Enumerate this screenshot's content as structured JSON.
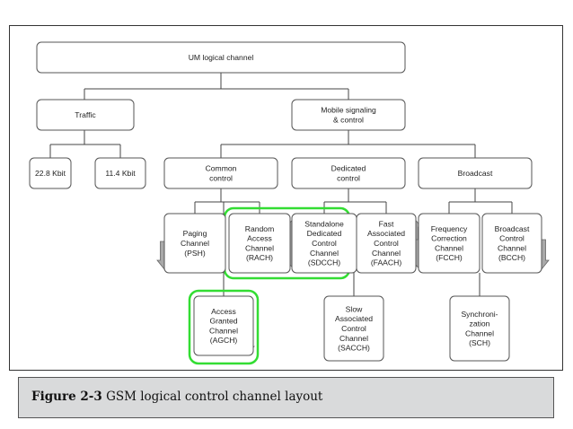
{
  "nodes": {
    "um": [
      "UM logical channel"
    ],
    "traffic": [
      "Traffic"
    ],
    "mobile_signaling": [
      "Mobile signaling",
      "& control"
    ],
    "kbit_22": [
      "22.8 Kbit"
    ],
    "kbit_11": [
      "11.4 Kbit"
    ],
    "common": [
      "Common",
      "control"
    ],
    "dedicated": [
      "Dedicated",
      "control"
    ],
    "broadcast": [
      "Broadcast"
    ],
    "pch": [
      "Paging",
      "Channel",
      "(PSH)"
    ],
    "rach": [
      "Random",
      "Access",
      "Channel",
      "(RACH)"
    ],
    "sdcch": [
      "Standalone",
      "Dedicated",
      "Control",
      "Channel",
      "(SDCCH)"
    ],
    "facch": [
      "Fast",
      "Associated",
      "Control",
      "Channel",
      "(FAACH)"
    ],
    "fcch": [
      "Frequency",
      "Correction",
      "Channel",
      "(FCCH)"
    ],
    "bcch": [
      "Broadcast",
      "Control",
      "Channel",
      "(BCCH)"
    ],
    "agch": [
      "Access",
      "Granted",
      "Channel",
      "(AGCH)"
    ],
    "sacch": [
      "Slow",
      "Associated",
      "Control",
      "Channel",
      "(SACCH)"
    ],
    "sch": [
      "Synchroni-",
      "zation",
      "Channel",
      "(SCH)"
    ]
  },
  "caption": {
    "label": "Figure 2-3",
    "text": "GSM logical control channel layout"
  },
  "colors": {
    "highlight": "#33dd33",
    "arrow_fill": "#a9a9a9",
    "box_border": "#555555",
    "caption_bg": "#d9dadb"
  }
}
